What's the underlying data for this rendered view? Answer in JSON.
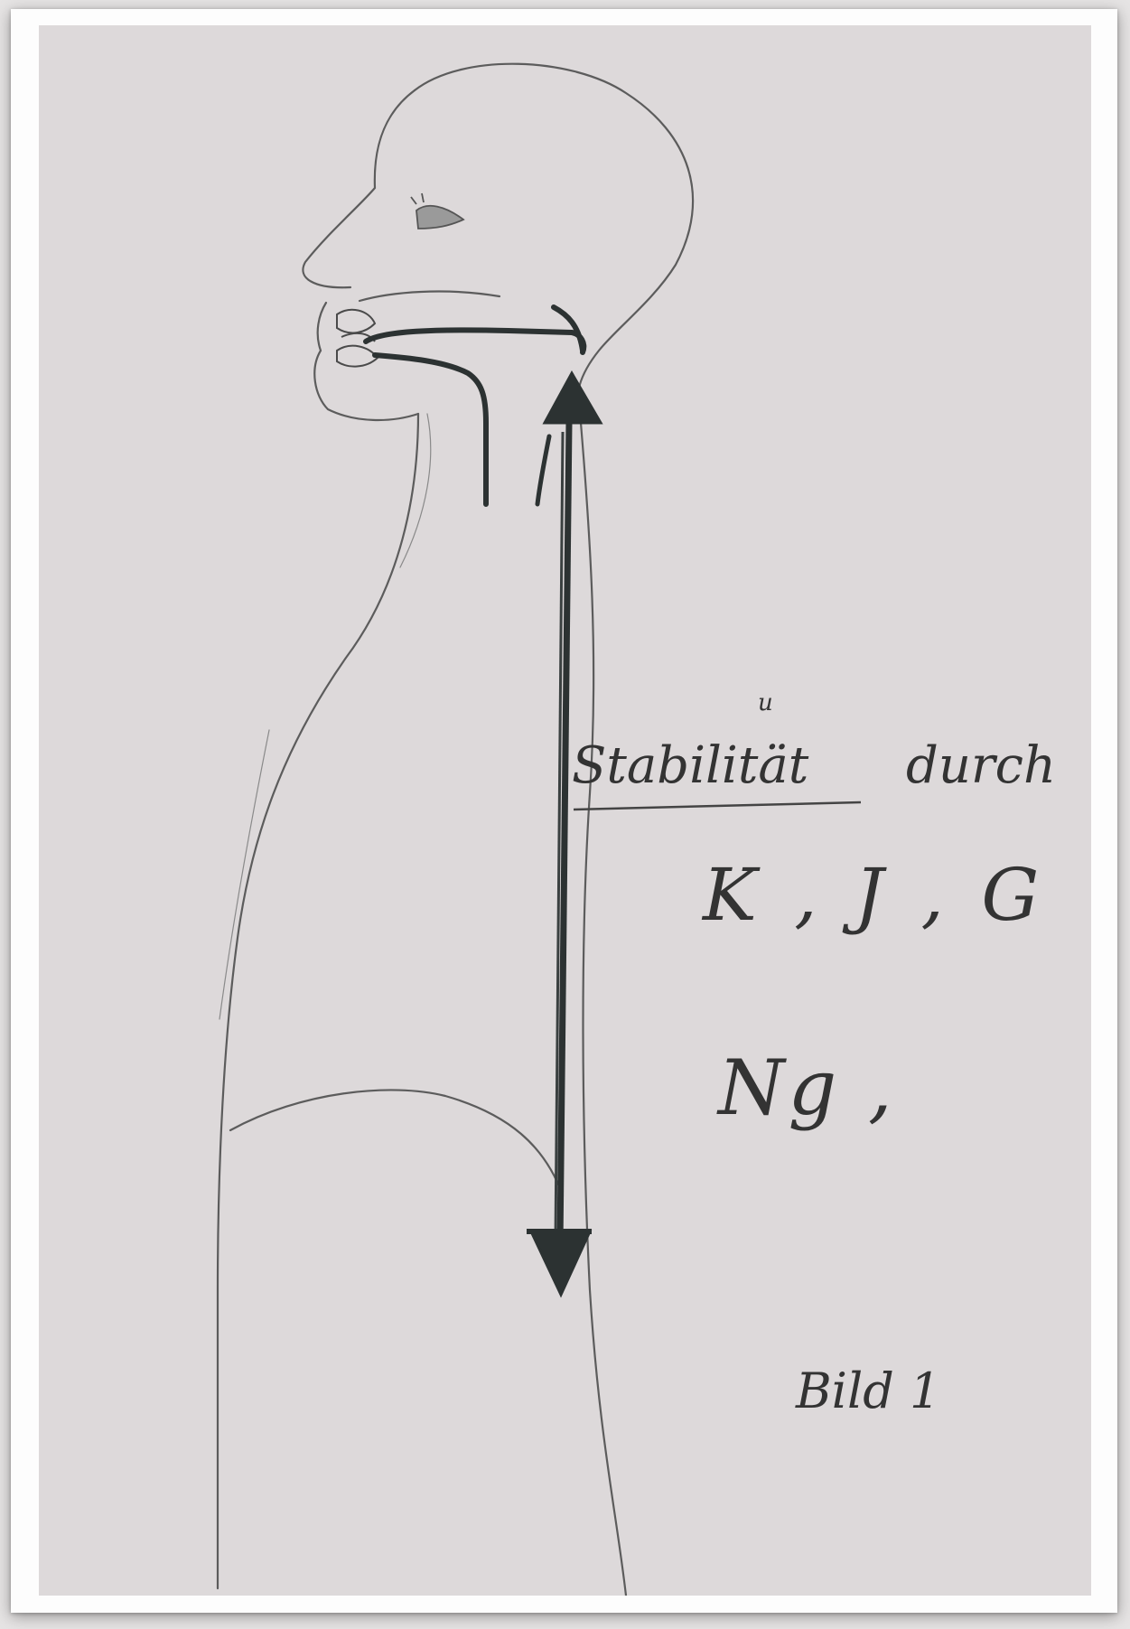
{
  "drawing": {
    "title_text": "Stabilität",
    "title_umlaut": "u",
    "title_suffix": "durch",
    "letters_line1": "K , J , G",
    "letters_line2": "Ng ,",
    "caption": "Bild 1"
  },
  "colors": {
    "paper": "#ddd9da",
    "pencil": "#6b6b6b",
    "ink": "#2c3232"
  }
}
